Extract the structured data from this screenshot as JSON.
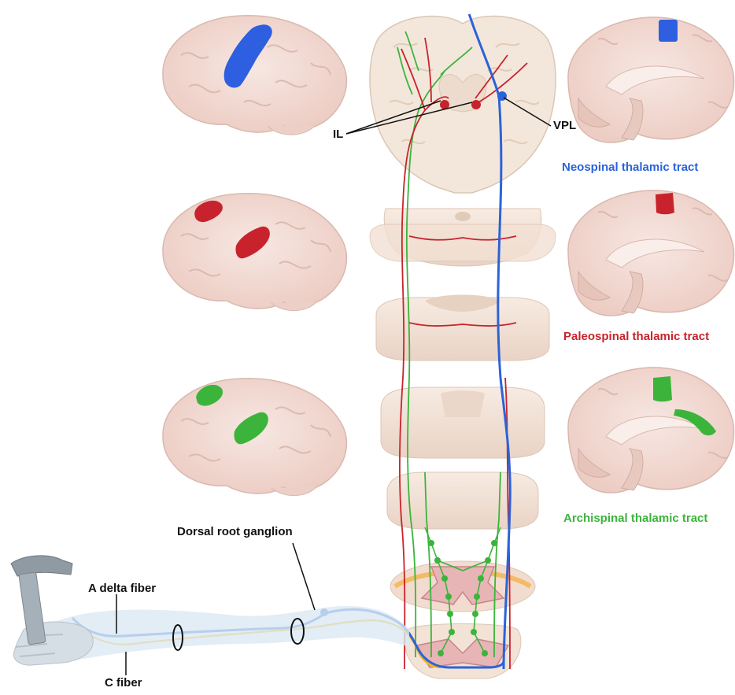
{
  "labels": {
    "il": "IL",
    "vpl": "VPL",
    "neospinal": "Neospinal thalamic tract",
    "paleospinal": "Paleospinal thalamic tract",
    "archispinal": "Archispinal thalamic tract",
    "dorsal_root_ganglion": "Dorsal root ganglion",
    "a_delta_fiber": "A delta fiber",
    "c_fiber": "C fiber"
  },
  "colors": {
    "neospinal": "#2b63d9",
    "paleospinal": "#c8232c",
    "archispinal": "#3cb43c",
    "c_fiber": "#f2b705",
    "brain": "#f3dcd6",
    "brain_outline": "#d9b8ae",
    "tissue": "#f5e6dc"
  },
  "icons": [
    "hammer-icon",
    "hand-icon"
  ]
}
